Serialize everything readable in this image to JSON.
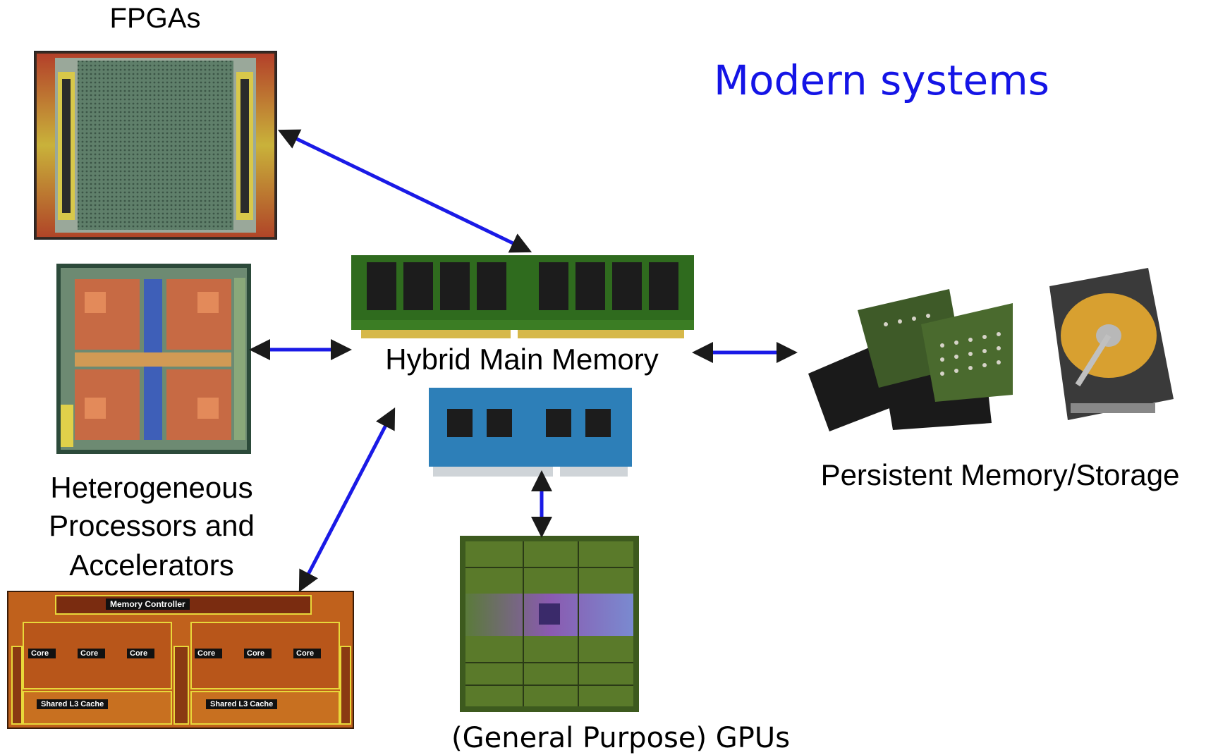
{
  "title": "Modern systems",
  "labels": {
    "fpgas": "FPGAs",
    "hybrid_memory": "Hybrid Main Memory",
    "persistent": "Persistent Memory/Storage",
    "hetero_line1": "Heterogeneous",
    "hetero_line2": "Processors and",
    "hetero_line3": "Accelerators",
    "gpus": "(General Purpose) GPUs"
  },
  "die_labels": {
    "memory_controller": "Memory Controller",
    "core": "Core",
    "shared_l3": "Shared L3 Cache"
  },
  "colors": {
    "title": "#1414e6",
    "arrow": "#1a1ae6",
    "dram_pcb": "#2f6b1e",
    "sodimm_pcb": "#2d7fb8",
    "chip": "#1c1c1c"
  }
}
